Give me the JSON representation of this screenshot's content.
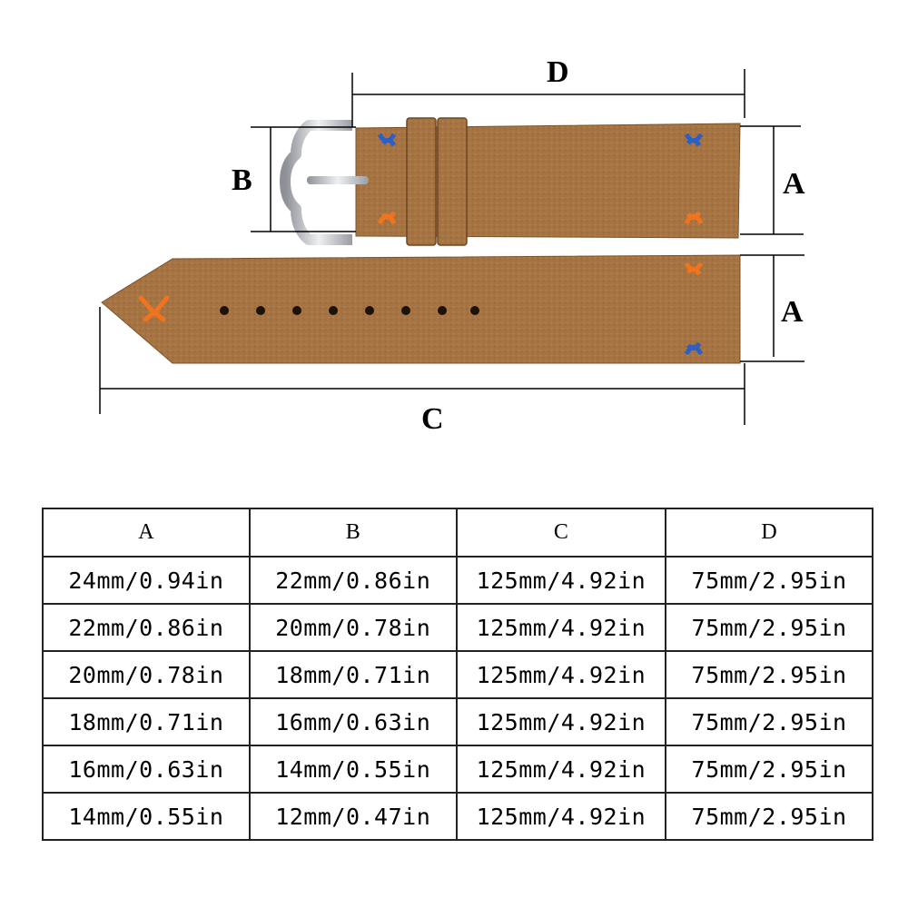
{
  "diagram": {
    "labels": {
      "a_top": "A",
      "a_bottom": "A",
      "b": "B",
      "c": "C",
      "d": "D"
    },
    "colors": {
      "leather": "#a67442",
      "leather_dark": "#8c5d31",
      "stitch_blue": "#2f5fc4",
      "stitch_orange": "#f0731e",
      "buckle": "#c9ccd1",
      "line": "#000000"
    }
  },
  "table": {
    "headers": [
      "A",
      "B",
      "C",
      "D"
    ],
    "rows": [
      [
        "24mm/0.94in",
        "22mm/0.86in",
        "125mm/4.92in",
        "75mm/2.95in"
      ],
      [
        "22mm/0.86in",
        "20mm/0.78in",
        "125mm/4.92in",
        "75mm/2.95in"
      ],
      [
        "20mm/0.78in",
        "18mm/0.71in",
        "125mm/4.92in",
        "75mm/2.95in"
      ],
      [
        "18mm/0.71in",
        "16mm/0.63in",
        "125mm/4.92in",
        "75mm/2.95in"
      ],
      [
        "16mm/0.63in",
        "14mm/0.55in",
        "125mm/4.92in",
        "75mm/2.95in"
      ],
      [
        "14mm/0.55in",
        "12mm/0.47in",
        "125mm/4.92in",
        "75mm/2.95in"
      ]
    ]
  }
}
